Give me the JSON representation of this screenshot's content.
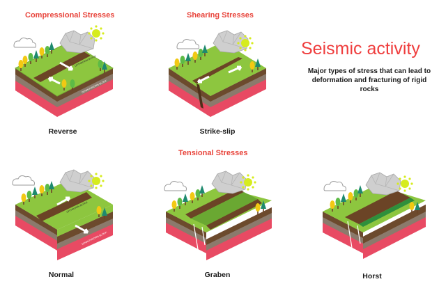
{
  "title": "Seismic activity",
  "subtitle": "Major types of stress that can lead to deformation and fracturing of rigid rocks",
  "sections": {
    "compressional": "Compressional Stresses",
    "shearing": "Shearing Stresses",
    "tensional": "Tensional Stresses"
  },
  "panels": [
    {
      "label": "Reverse",
      "blocks": [
        "UPTHROWN BLOCK",
        "DOWNTHROWN BLOCK"
      ]
    },
    {
      "label": "Strike-slip",
      "blocks": []
    },
    {
      "label": "Normal",
      "blocks": [
        "UPTHROWN BLOCK",
        "DOWNTHROWN BLOCK"
      ]
    },
    {
      "label": "Graben",
      "blocks": []
    },
    {
      "label": "Horst",
      "blocks": []
    }
  ],
  "colors": {
    "heading": "#e8453c",
    "grass": "#8dc63f",
    "fault": "#6b4426",
    "soil_red": "#e84a63",
    "rock_grey": "#cfcfcf"
  }
}
